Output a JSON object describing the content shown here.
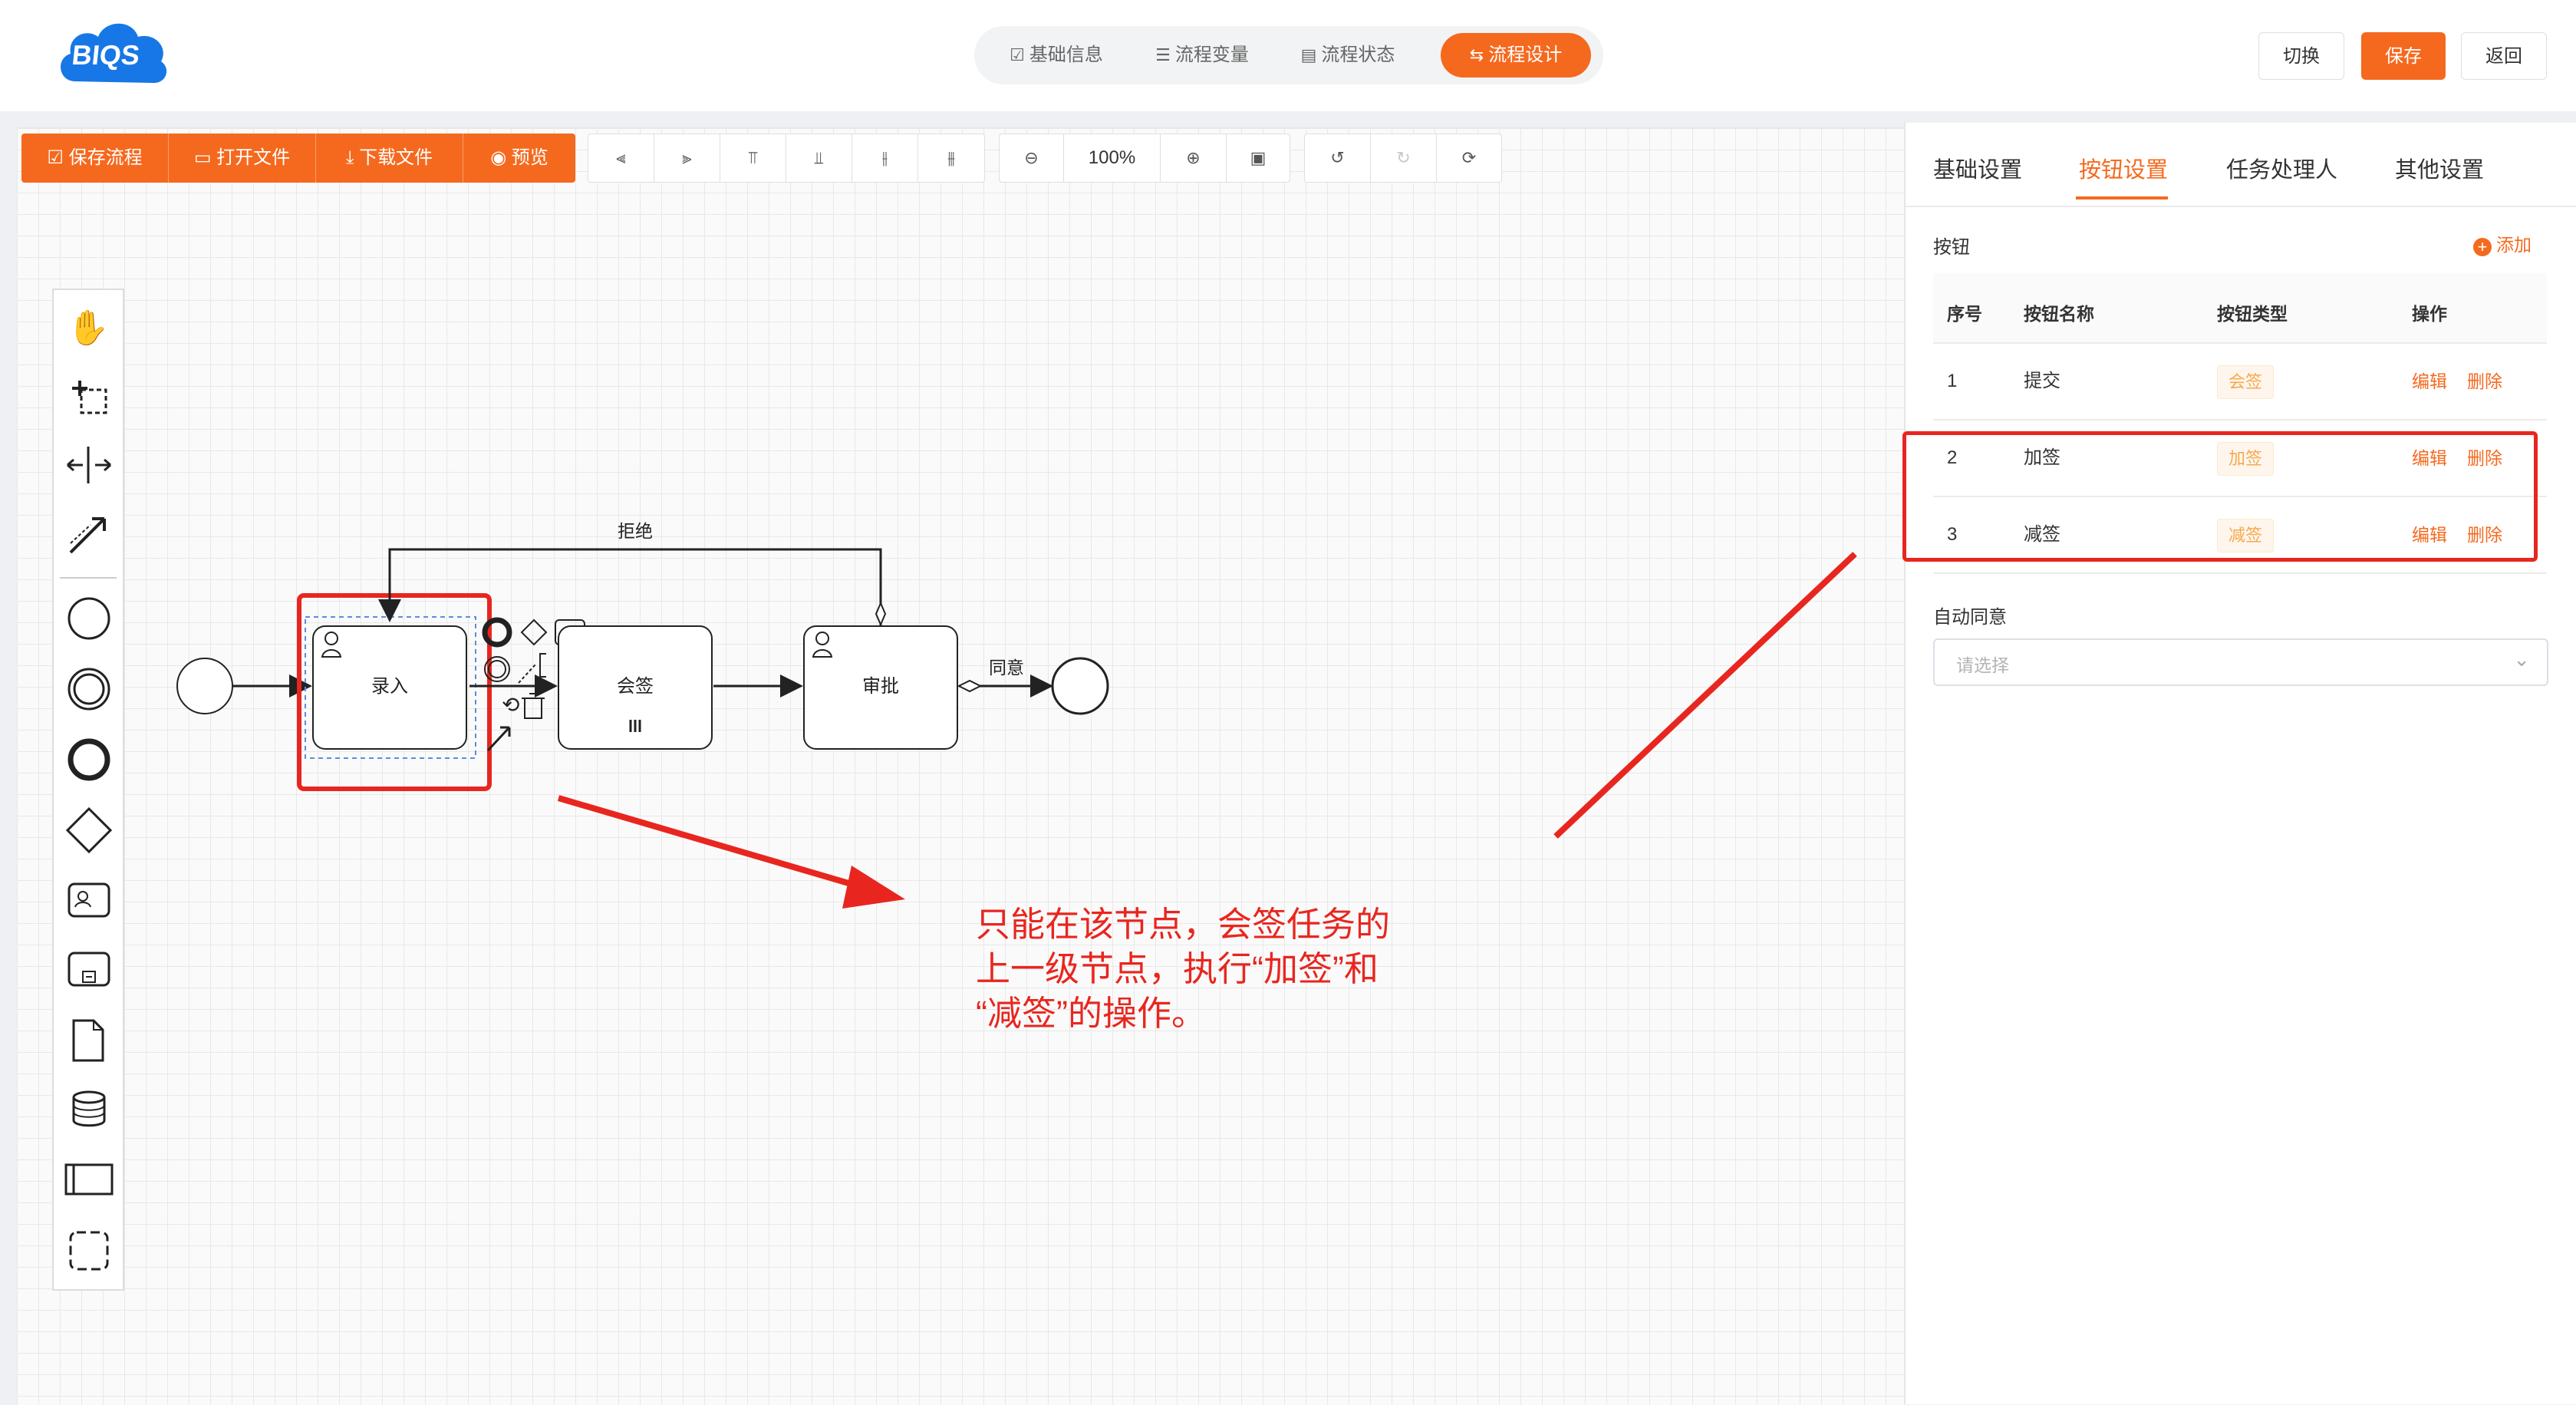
{
  "logo": {
    "text": "BIQS"
  },
  "nav": {
    "tabs": [
      {
        "label": "基础信息",
        "icon": "form-icon",
        "active": false
      },
      {
        "label": "流程变量",
        "icon": "sliders-icon",
        "active": false
      },
      {
        "label": "流程状态",
        "icon": "doc-icon",
        "active": false
      },
      {
        "label": "流程设计",
        "icon": "flow-icon",
        "active": true
      }
    ]
  },
  "header_buttons": {
    "switch": "切换",
    "save": "保存",
    "back": "返回"
  },
  "toolbar": {
    "save_flow": "保存流程",
    "open_file": "打开文件",
    "download_file": "下载文件",
    "preview": "预览",
    "zoom": "100%"
  },
  "diagram": {
    "reject_label": "拒绝",
    "agree_label": "同意",
    "tasks": [
      {
        "label": "录入"
      },
      {
        "label": "会签"
      },
      {
        "label": "审批"
      }
    ]
  },
  "panel": {
    "tabs": [
      {
        "label": "基础设置",
        "active": false
      },
      {
        "label": "按钮设置",
        "active": true
      },
      {
        "label": "任务处理人",
        "active": false
      },
      {
        "label": "其他设置",
        "active": false
      }
    ],
    "section_title": "按钮",
    "add_label": "添加",
    "columns": [
      "序号",
      "按钮名称",
      "按钮类型",
      "操作"
    ],
    "rows": [
      {
        "index": "1",
        "name": "提交",
        "type": "会签",
        "edit": "编辑",
        "delete": "删除"
      },
      {
        "index": "2",
        "name": "加签",
        "type": "加签",
        "edit": "编辑",
        "delete": "删除"
      },
      {
        "index": "3",
        "name": "减签",
        "type": "减签",
        "edit": "编辑",
        "delete": "删除"
      }
    ],
    "auto_agree_label": "自动同意",
    "select_placeholder": "请选择"
  },
  "annotation": {
    "lines": [
      "只能在该节点，会签任务的",
      "上一级节点，执行“加签”和",
      "“减签”的操作。"
    ],
    "color": "#e8261f"
  },
  "colors": {
    "accent": "#f5691e",
    "annotation": "#e8261f",
    "tag_text": "#f6a94e"
  }
}
